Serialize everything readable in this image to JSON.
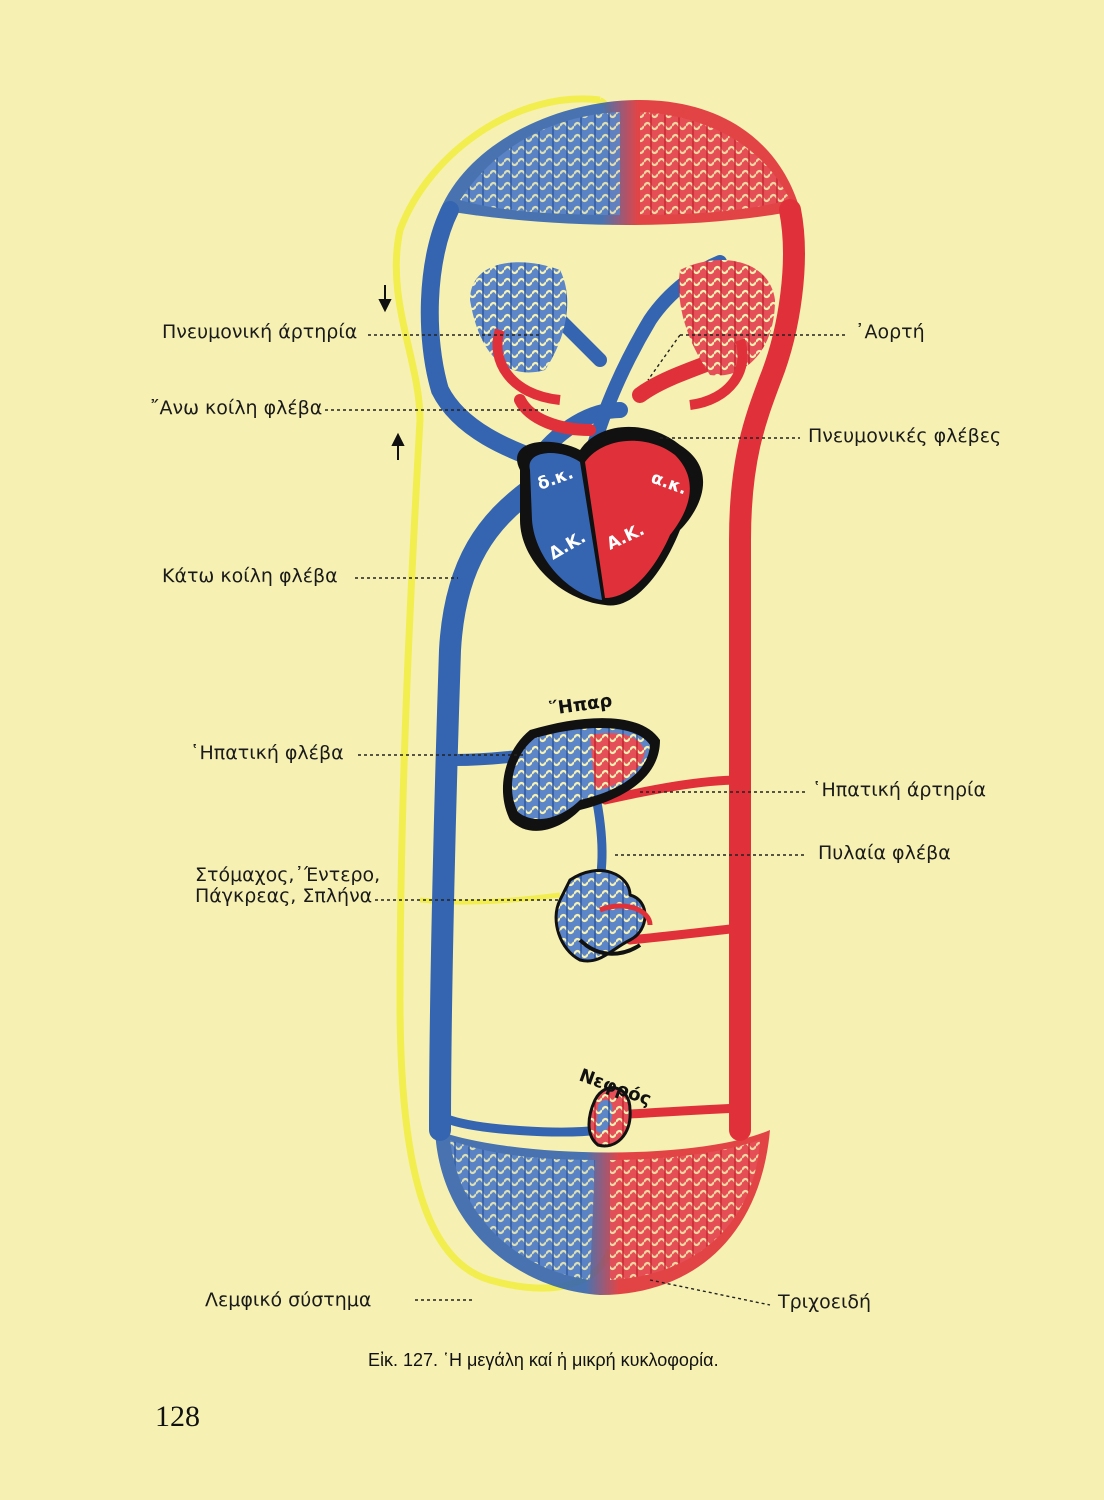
{
  "labels": {
    "pulmonary_artery": "Πνευμονική άρτηρία",
    "superior_vena_cava": "῎Ανω κοίλη φλέβα",
    "inferior_vena_cava": "Κάτω κοίλη φλέβα",
    "hepatic_vein": "῾Ηπατική φλέβα",
    "stomach_group": "Στόμαχος,᾿Έντερο,\nΠάγκρεας, Σπλήνα",
    "lymphatic_system": "Λεμφικό σύστημα",
    "aorta": "᾿Αορτή",
    "pulmonary_veins": "Πνευμονικές φλέβες",
    "hepatic_artery": "῾Ηπατική άρτηρία",
    "portal_vein": "Πυλαία φλέβα",
    "capillaries": "Τριχοειδή"
  },
  "organs": {
    "liver": "῞Ηπαρ",
    "kidney": "Νεφρός"
  },
  "heart_chambers": {
    "right_atrium": "δ.κ.",
    "left_atrium": "α.κ.",
    "right_ventricle": "Δ.Κ.",
    "left_ventricle": "Α.Κ."
  },
  "caption": "Εἰκ. 127. ῾Η μεγάλη καί ἡ μικρή κυκλοφορία.",
  "page_number": "128",
  "colors": {
    "background": "#f6f1b3",
    "venous": "#3565b0",
    "arterial": "#e0313a",
    "lymph": "#f2ee50",
    "outline": "#111111"
  }
}
